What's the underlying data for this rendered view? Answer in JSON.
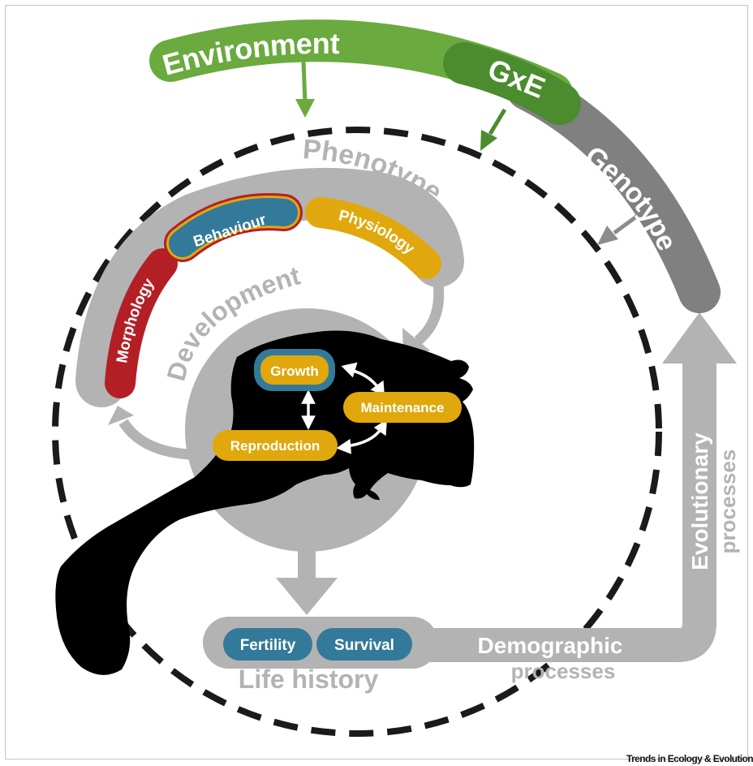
{
  "labels": {
    "environment": "Environment",
    "gxe": "GxE",
    "genotype": "Genotype",
    "phenotype": "Phenotype",
    "development": "Development",
    "morphology": "Morphology",
    "behaviour": "Behaviour",
    "physiology": "Physiology",
    "growth": "Growth",
    "maintenance": "Maintenance",
    "reproduction": "Reproduction",
    "fertility": "Fertility",
    "survival": "Survival",
    "life_history": "Life history",
    "demographic": "Demographic",
    "demographic_processes": "processes",
    "evolutionary": "Evolutionary",
    "evolutionary_processes": "processes"
  },
  "footer": "Trends in Ecology & Evolution",
  "colors": {
    "green_light": "#6aaa3f",
    "green_dark": "#4a8c2e",
    "grey_band": "#808080",
    "grey_light": "#b3b3b3",
    "red": "#b41f26",
    "blue": "#33799a",
    "orange": "#e0a80d",
    "silhouette": "#000000"
  }
}
